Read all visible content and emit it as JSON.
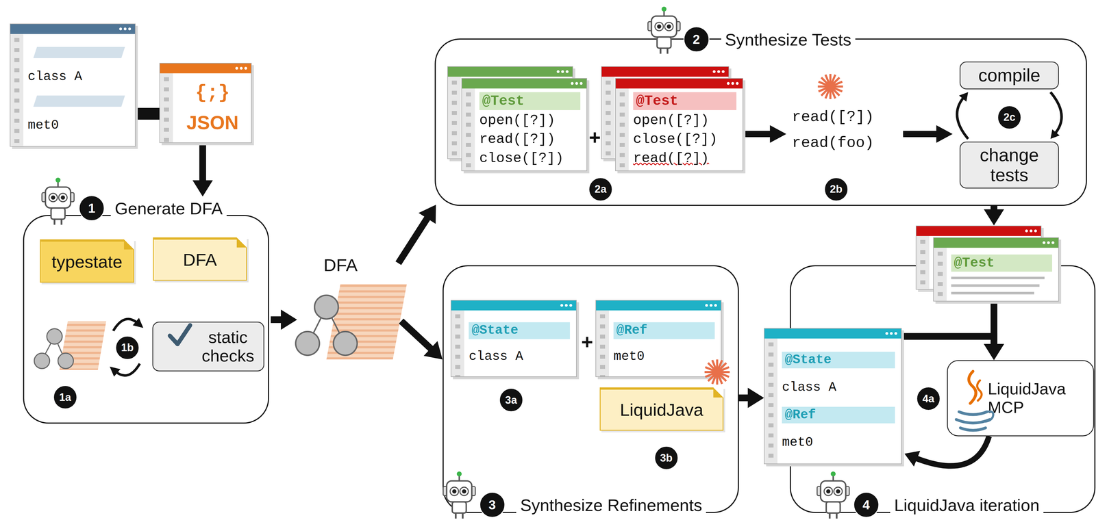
{
  "diagram": {
    "nodes": [
      {
        "text": [
          "class A",
          "met0"
        ]
      },
      {
        "text": [
          "{;}",
          "JSON"
        ]
      },
      {
        "text": [
          "Generate DFA"
        ]
      },
      {
        "text": [
          "typestate"
        ],
        "in": 2
      },
      {
        "text": [
          "DFA"
        ],
        "in": 2
      },
      {
        "text": [
          "static checks"
        ],
        "in": 2
      },
      {
        "text": [
          "DFA"
        ]
      },
      {
        "text": [
          "Synthesize Tests"
        ]
      },
      {
        "text": [
          "@Test",
          "open([?])",
          "read([?])",
          "close([?])"
        ],
        "in": 7
      },
      {
        "text": [
          "@Test",
          "open([?])",
          "close([?])",
          "read([?])"
        ],
        "in": 7
      },
      {
        "text": [
          "compile"
        ],
        "in": 7
      },
      {
        "text": [
          "change tests"
        ],
        "in": 7
      },
      {
        "text": [
          "Synthesize Refinements"
        ]
      },
      {
        "text": [
          "@State",
          "class A"
        ],
        "in": 12
      },
      {
        "text": [
          "@Ref",
          "met0"
        ],
        "in": 12
      },
      {
        "text": [
          "LiquidJava"
        ],
        "in": 12
      },
      {
        "text": [
          "LiquidJava iteration"
        ]
      },
      {
        "text": [
          "@State",
          "class A",
          "@Ref",
          "met0"
        ],
        "in": 16
      },
      {
        "text": [
          "@Test"
        ],
        "in": 16
      },
      {
        "text": [
          "LiquidJava MCP"
        ],
        "in": 16
      }
    ],
    "edges": [
      {
        "from": 0,
        "to": 1,
        "arrow": "none"
      },
      {
        "from": 1,
        "to": 2,
        "arrow": "to"
      },
      {
        "from": 2,
        "to": 6,
        "arrow": "to"
      },
      {
        "from": 6,
        "to": 7,
        "arrow": "to"
      },
      {
        "from": 6,
        "to": 12,
        "arrow": "to"
      },
      {
        "from": 7,
        "to": 18,
        "arrow": "to"
      },
      {
        "from": 12,
        "to": 17,
        "arrow": "to"
      },
      {
        "from": 17,
        "to": 19,
        "arrow": "to"
      },
      {
        "from": 18,
        "to": 19,
        "arrow": "to"
      },
      {
        "from": 19,
        "to": 17,
        "arrow": "to"
      },
      {
        "from": 10,
        "to": 11,
        "arrow": "to"
      },
      {
        "from": 11,
        "to": 10,
        "arrow": "to"
      }
    ],
    "labels": [
      "1",
      "1a",
      "1b",
      "2",
      "+",
      "2a",
      "read([?])",
      "read(foo)",
      "2b",
      "2c",
      "3",
      "3a",
      "+",
      "3b",
      "4",
      "4a"
    ]
  }
}
